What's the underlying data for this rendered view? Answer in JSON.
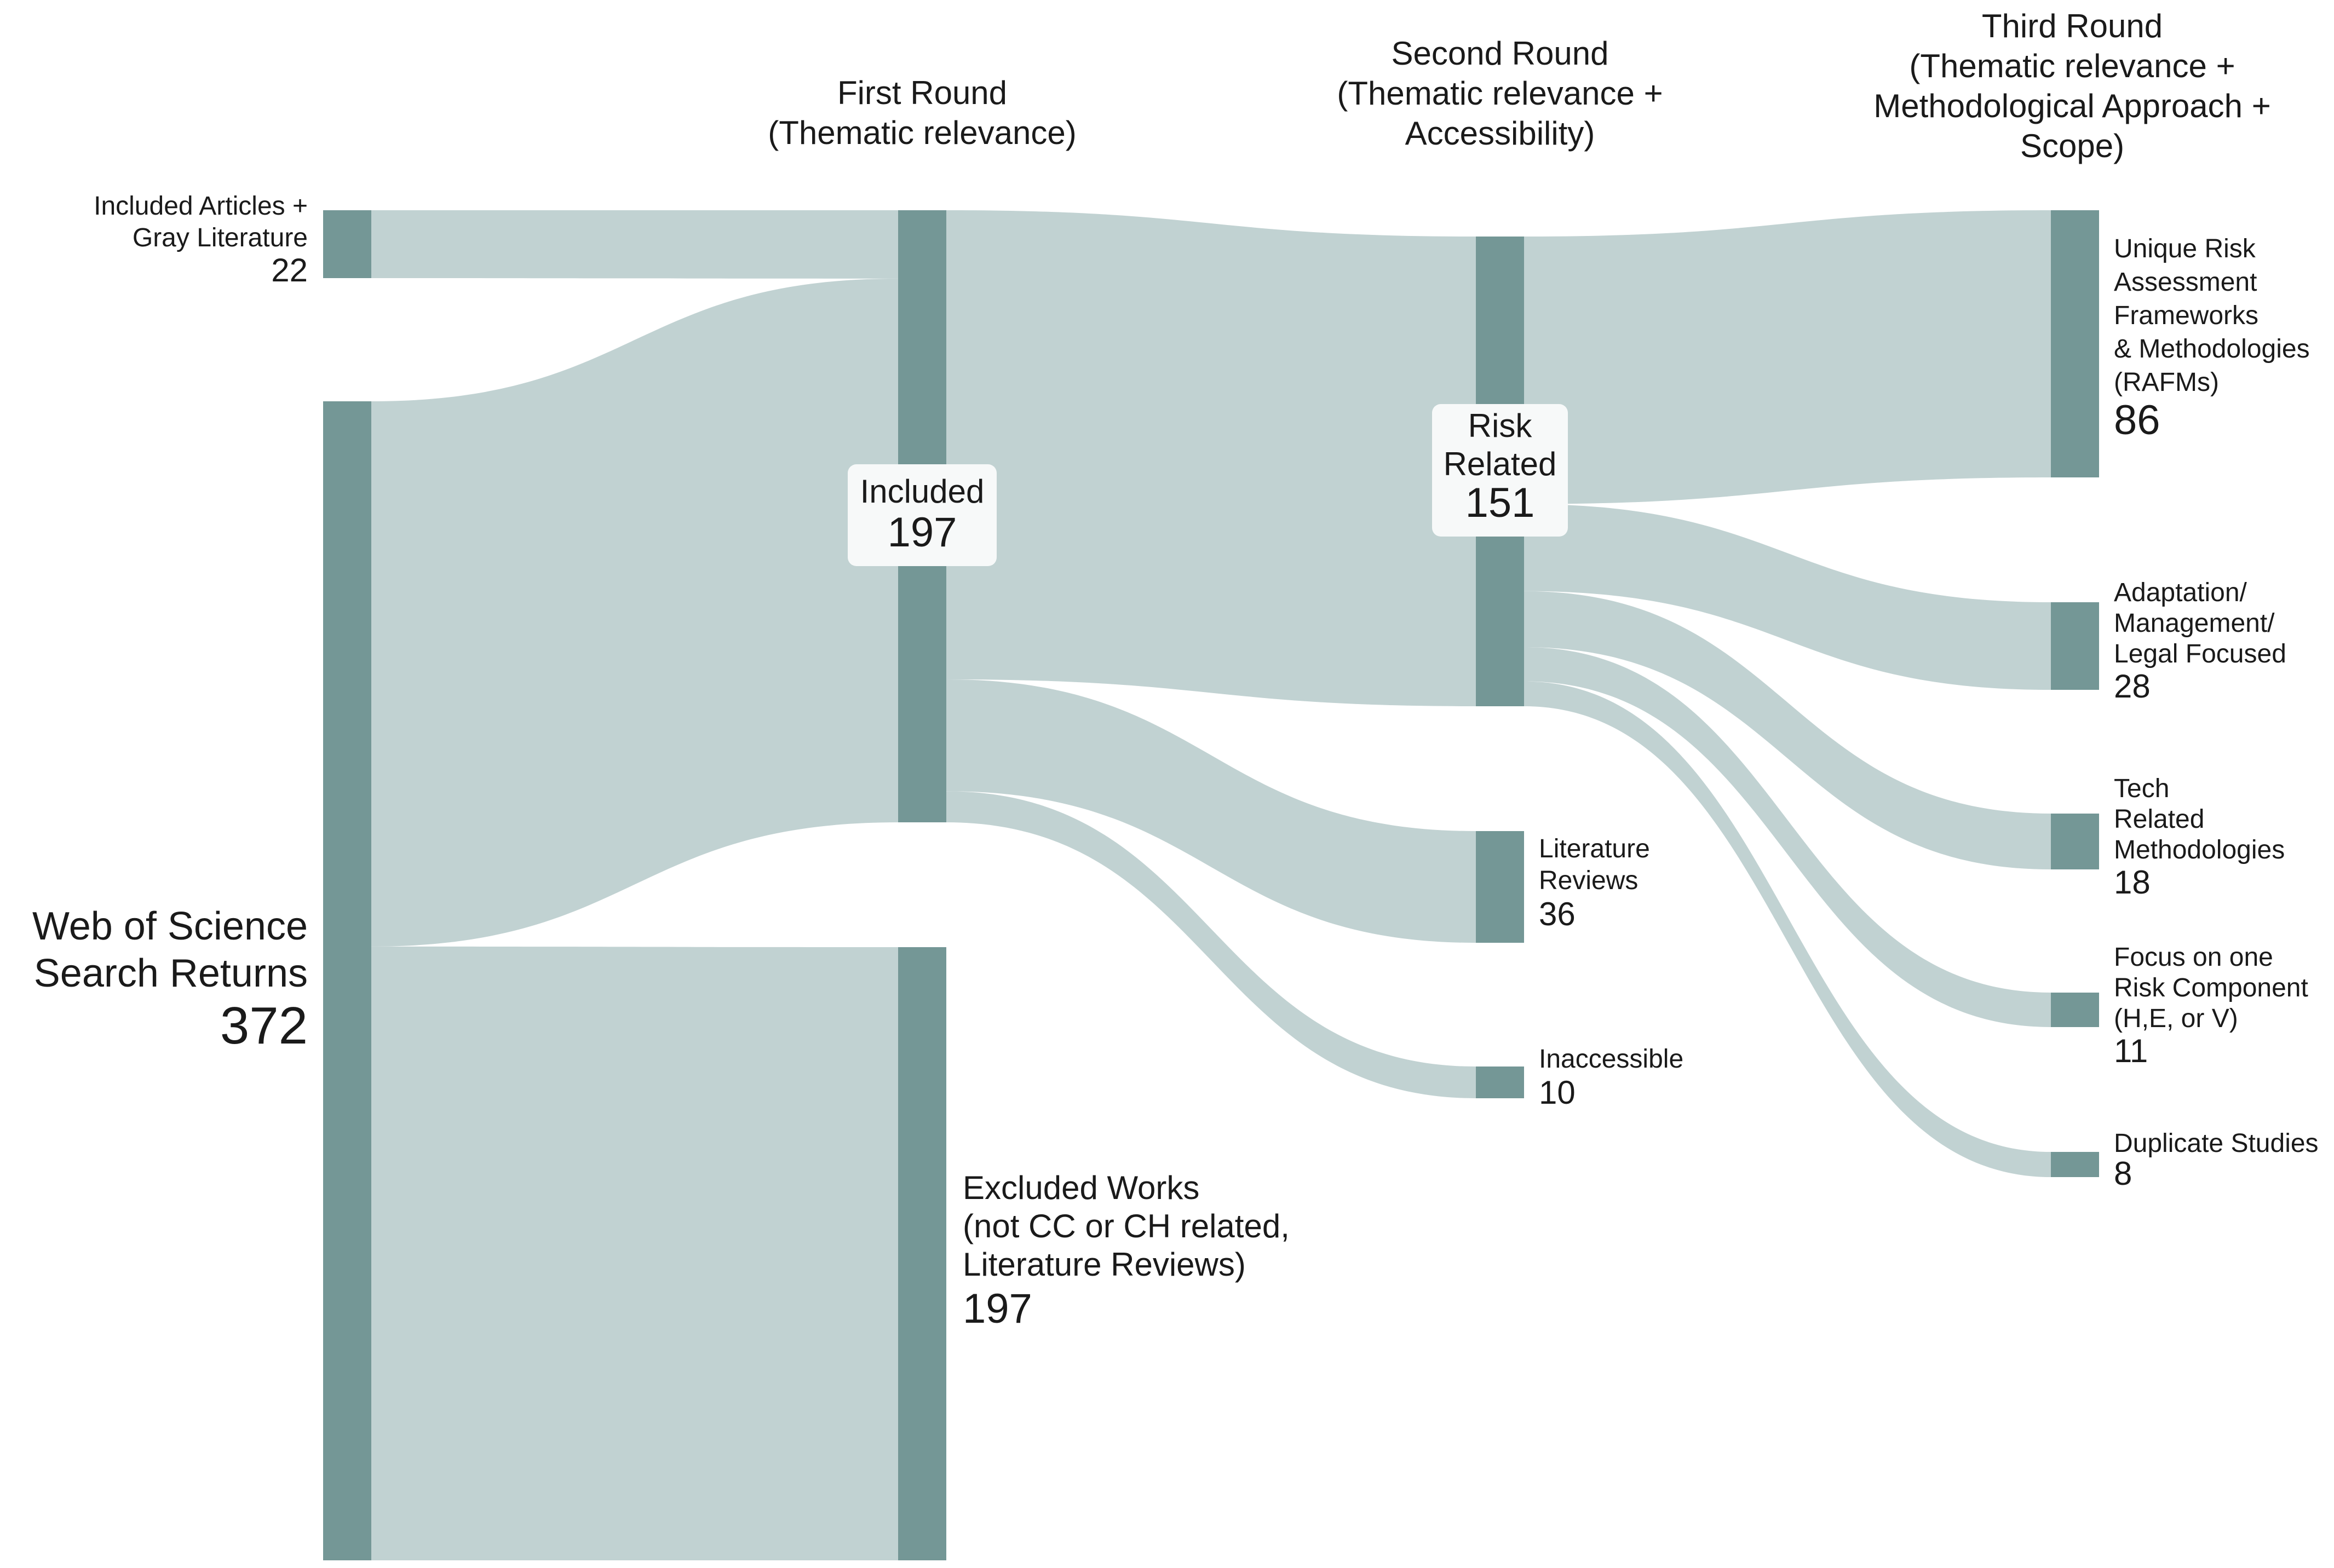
{
  "stages": [
    {
      "id": "first",
      "lines": [
        "First Round",
        "(Thematic relevance)"
      ]
    },
    {
      "id": "second",
      "lines": [
        "Second Round",
        "(Thematic relevance +",
        "Accessibility)"
      ]
    },
    {
      "id": "third",
      "lines": [
        "Third Round",
        "(Thematic relevance +",
        "Methodological Approach +",
        "Scope)"
      ]
    }
  ],
  "nodes": [
    {
      "id": "gray",
      "lines": [
        "Included Articles +",
        "Gray Literature"
      ],
      "value": "22"
    },
    {
      "id": "wos",
      "lines": [
        "Web of Science",
        "Search Returns"
      ],
      "value": "372"
    },
    {
      "id": "included",
      "lines": [
        "Included"
      ],
      "value": "197"
    },
    {
      "id": "excluded",
      "lines": [
        "Excluded Works",
        "(not CC or CH related,",
        "Literature Reviews)"
      ],
      "value": "197"
    },
    {
      "id": "risk",
      "lines": [
        "Risk",
        "Related"
      ],
      "value": "151"
    },
    {
      "id": "litrev",
      "lines": [
        "Literature",
        "Reviews"
      ],
      "value": "36"
    },
    {
      "id": "inaccessible",
      "lines": [
        "Inaccessible"
      ],
      "value": "10"
    },
    {
      "id": "rafm",
      "lines": [
        "Unique Risk",
        "Assessment",
        "Frameworks",
        "& Methodologies",
        "(RAFMs)"
      ],
      "value": "86"
    },
    {
      "id": "adapt",
      "lines": [
        "Adaptation/",
        "Management/",
        "Legal Focused"
      ],
      "value": "28"
    },
    {
      "id": "tech",
      "lines": [
        "Tech",
        "Related",
        "Methodologies"
      ],
      "value": "18"
    },
    {
      "id": "focus",
      "lines": [
        "Focus on one",
        "Risk Component",
        "(H,E, or V)"
      ],
      "value": "11"
    },
    {
      "id": "dup",
      "lines": [
        "Duplicate Studies"
      ],
      "value": "8"
    }
  ],
  "links": [
    {
      "source": "gray",
      "target": "included",
      "value": 22
    },
    {
      "source": "wos",
      "target": "included",
      "value": 175
    },
    {
      "source": "wos",
      "target": "excluded",
      "value": 197
    },
    {
      "source": "included",
      "target": "risk",
      "value": 151
    },
    {
      "source": "included",
      "target": "litrev",
      "value": 36
    },
    {
      "source": "included",
      "target": "inaccessible",
      "value": 10
    },
    {
      "source": "risk",
      "target": "rafm",
      "value": 86
    },
    {
      "source": "risk",
      "target": "adapt",
      "value": 28
    },
    {
      "source": "risk",
      "target": "tech",
      "value": 18
    },
    {
      "source": "risk",
      "target": "focus",
      "value": 11
    },
    {
      "source": "risk",
      "target": "dup",
      "value": 8
    }
  ],
  "colors": {
    "node": "#749796",
    "link": "#c1d2d2",
    "label_box": "#f7f9f9"
  }
}
